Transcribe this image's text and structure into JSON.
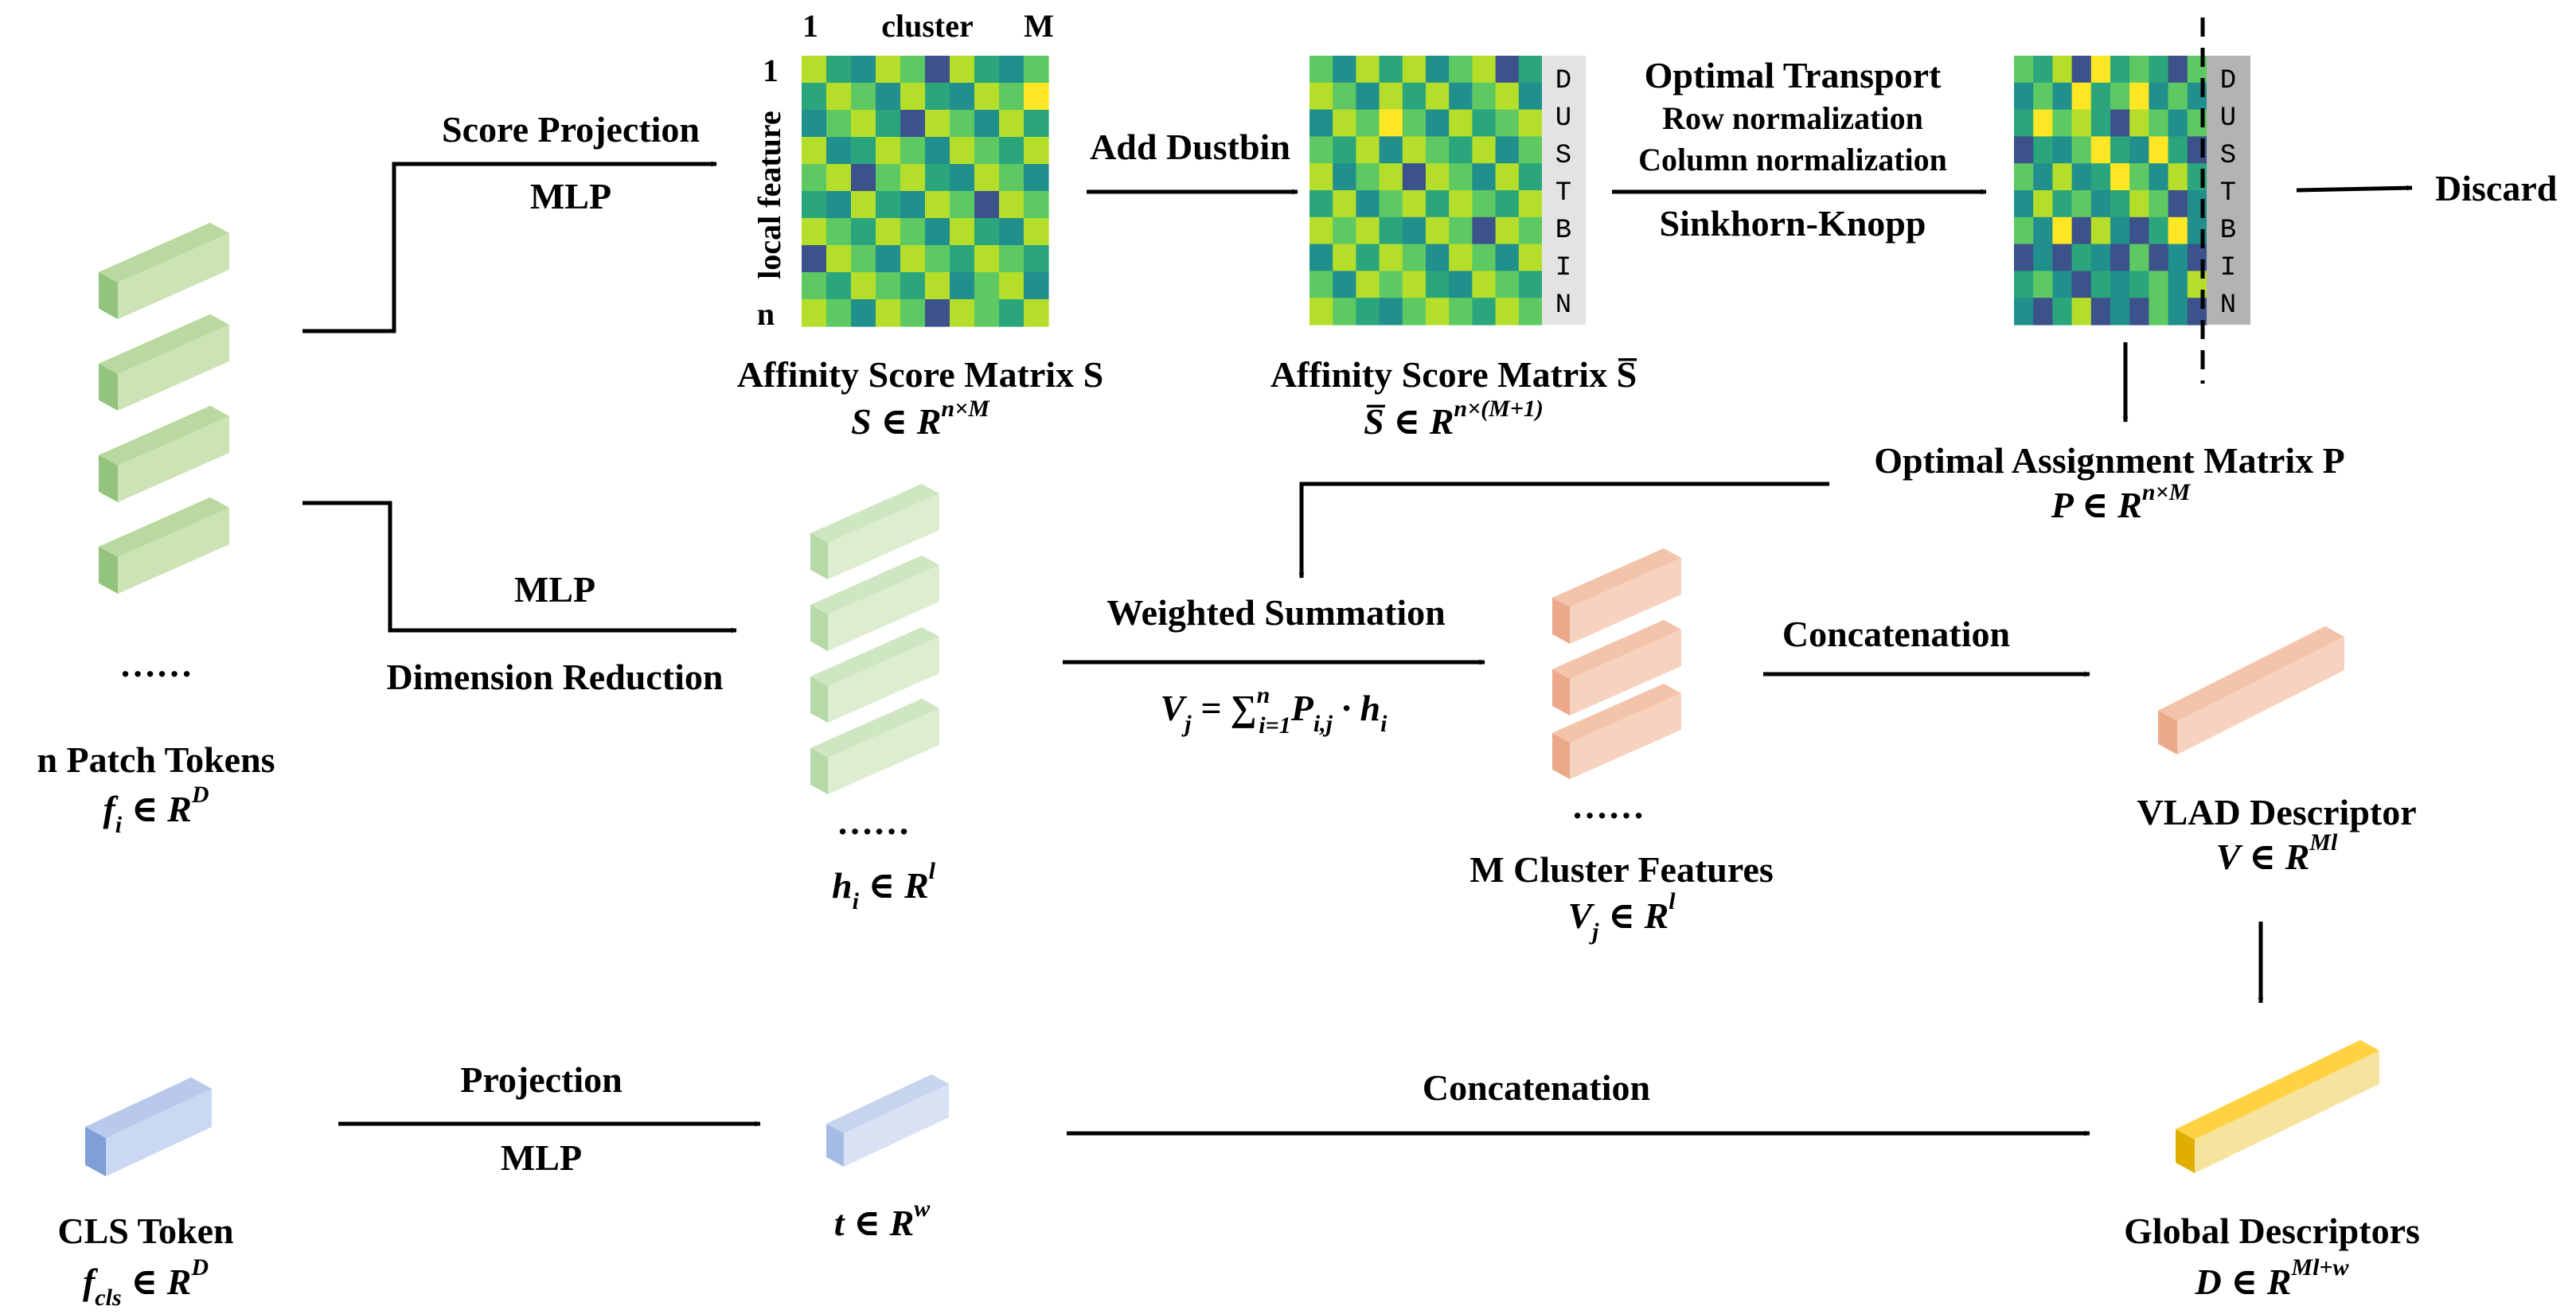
{
  "colors": {
    "green_top": "#b9d9a0",
    "green_front": "#cbe3b5",
    "green_side": "#93c47d",
    "light_green_top": "#cfe6c2",
    "light_green_front": "#dcedd0",
    "light_green_side": "#b7d9a7",
    "salmon_top": "#f4c4aa",
    "salmon_front": "#f7d2bf",
    "salmon_side": "#eba98a",
    "blue_top": "#b8c9eb",
    "blue_front": "#cad8f1",
    "blue_side": "#7f9fd6",
    "light_blue_top": "#c6d4ee",
    "light_blue_front": "#d8e2f4",
    "light_blue_side": "#a5bce5",
    "gold_top": "#ffd243",
    "gold_front": "#f6e39e",
    "gold_side": "#e0ae00",
    "dustbin": "#e3e3e3",
    "dustbin_dark": "#b3b3b3"
  },
  "heatmap_palette": [
    "#440154",
    "#3b528b",
    "#21908c",
    "#2ba67c",
    "#5ec962",
    "#b5de2b",
    "#fde725"
  ],
  "heatmaps": {
    "affinity_s": [
      [
        5,
        3,
        2,
        5,
        4,
        1,
        5,
        3,
        2,
        4
      ],
      [
        3,
        5,
        4,
        2,
        5,
        3,
        2,
        5,
        4,
        6
      ],
      [
        2,
        4,
        5,
        3,
        1,
        5,
        4,
        2,
        5,
        3
      ],
      [
        5,
        2,
        3,
        5,
        4,
        2,
        5,
        4,
        3,
        5
      ],
      [
        4,
        5,
        1,
        4,
        5,
        3,
        2,
        5,
        4,
        2
      ],
      [
        3,
        2,
        5,
        3,
        2,
        5,
        4,
        1,
        5,
        4
      ],
      [
        5,
        4,
        3,
        5,
        4,
        2,
        5,
        3,
        2,
        5
      ],
      [
        1,
        5,
        4,
        2,
        5,
        4,
        3,
        5,
        4,
        3
      ],
      [
        4,
        3,
        5,
        4,
        3,
        5,
        2,
        4,
        5,
        2
      ],
      [
        5,
        4,
        2,
        5,
        4,
        1,
        5,
        4,
        3,
        5
      ]
    ],
    "affinity_s_bar": [
      [
        4,
        2,
        5,
        3,
        5,
        2,
        4,
        5,
        1,
        3
      ],
      [
        5,
        4,
        2,
        5,
        3,
        5,
        2,
        4,
        5,
        2
      ],
      [
        2,
        5,
        4,
        6,
        4,
        2,
        5,
        3,
        4,
        5
      ],
      [
        4,
        3,
        5,
        2,
        5,
        4,
        3,
        5,
        2,
        4
      ],
      [
        5,
        2,
        4,
        5,
        1,
        5,
        4,
        2,
        5,
        3
      ],
      [
        3,
        5,
        2,
        4,
        5,
        3,
        5,
        4,
        3,
        5
      ],
      [
        5,
        4,
        5,
        3,
        2,
        5,
        4,
        1,
        5,
        4
      ],
      [
        2,
        5,
        3,
        5,
        4,
        2,
        5,
        4,
        2,
        5
      ],
      [
        4,
        2,
        5,
        4,
        5,
        3,
        2,
        5,
        4,
        3
      ],
      [
        5,
        4,
        3,
        2,
        4,
        5,
        4,
        3,
        5,
        4
      ]
    ],
    "assignment_p": [
      [
        4,
        3,
        5,
        1,
        6,
        3,
        4,
        3,
        1,
        4
      ],
      [
        2,
        4,
        2,
        6,
        3,
        4,
        6,
        2,
        4,
        2
      ],
      [
        3,
        6,
        4,
        5,
        3,
        1,
        5,
        4,
        2,
        4
      ],
      [
        1,
        3,
        2,
        4,
        6,
        3,
        2,
        6,
        3,
        1
      ],
      [
        4,
        2,
        5,
        2,
        3,
        6,
        4,
        2,
        5,
        3
      ],
      [
        2,
        5,
        3,
        4,
        2,
        3,
        5,
        4,
        1,
        2
      ],
      [
        4,
        2,
        6,
        1,
        5,
        2,
        1,
        3,
        6,
        2
      ],
      [
        1,
        2,
        1,
        3,
        2,
        1,
        4,
        1,
        2,
        1
      ],
      [
        3,
        4,
        2,
        1,
        3,
        2,
        3,
        4,
        2,
        5
      ],
      [
        2,
        1,
        3,
        5,
        1,
        2,
        1,
        4,
        2,
        1
      ]
    ]
  },
  "labels": {
    "patch_tokens_title": "n Patch Tokens",
    "patch_tokens_math": "fᵢ ∈ Rᴰ",
    "cls_token_title": "CLS Token",
    "cls_token_math": "f_cls ∈ Rᴰ",
    "score_projection": "Score Projection",
    "mlp_1": "MLP",
    "mlp_2": "MLP",
    "dimension_reduction": "Dimension Reduction",
    "projection": "Projection",
    "mlp_3": "MLP",
    "col_1": "1",
    "col_cluster": "cluster",
    "col_m": "M",
    "row_1": "1",
    "row_local_feature": "local feature",
    "row_n": "n",
    "affinity_s_title": "Affinity Score Matrix S",
    "affinity_s_math": "S ∈ Rⁿˣᴹ",
    "add_dustbin": "Add Dustbin",
    "affinity_sbar_title": "Affinity Score Matrix S̄",
    "affinity_sbar_math": "S̄ ∈ Rⁿˣ⁽ᴹ⁺¹⁾",
    "dustbin_letters": [
      "D",
      "U",
      "S",
      "T",
      "B",
      "I",
      "N"
    ],
    "optimal_transport": "Optimal Transport",
    "row_normalization": "Row normalization",
    "column_normalization": "Column normalization",
    "sinkhorn_knopp": "Sinkhorn-Knopp",
    "discard": "Discard",
    "optimal_assignment_title": "Optimal Assignment Matrix P",
    "optimal_assignment_math": "P ∈ Rⁿˣᴹ",
    "h_math": "hᵢ ∈ Rˡ",
    "weighted_summation": "Weighted Summation",
    "weighted_formula": "Vⱼ = ∑ⁿᵢ₌₁ Pᵢ,ⱼ · hᵢ",
    "cluster_features_title": "M Cluster Features",
    "cluster_features_math": "Vⱼ ∈ Rˡ",
    "concatenation_1": "Concatenation",
    "vlad_title": "VLAD Descriptor",
    "vlad_math": "V ∈ Rᴹˡ",
    "t_math": "t ∈ Rʷ",
    "concatenation_2": "Concatenation",
    "global_title": "Global Descriptors",
    "global_math": "D ∈ Rᴹˡ⁺ʷ",
    "ellipsis": "……"
  }
}
